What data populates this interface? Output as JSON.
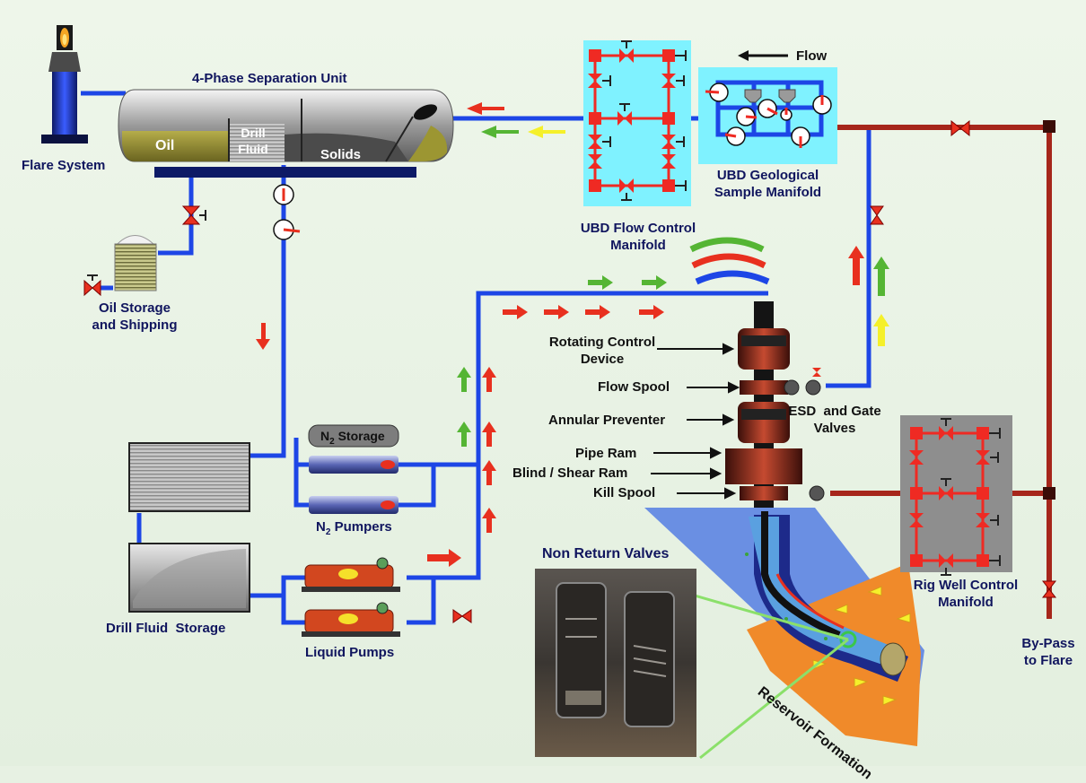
{
  "labels": {
    "separation_unit": "4-Phase Separation Unit",
    "oil": "Oil",
    "drill_fluid_l1": "Drill",
    "drill_fluid_l2": "Fluid",
    "solids": "Solids",
    "flare_system": "Flare System",
    "oil_storage_l1": "Oil Storage",
    "oil_storage_l2": "and Shipping",
    "flow": "Flow",
    "ubd_geo_l1": "UBD Geological",
    "ubd_geo_l2": "Sample Manifold",
    "ubd_flow_l1": "UBD Flow Control",
    "ubd_flow_l2": "Manifold",
    "rcd_l1": "Rotating Control",
    "rcd_l2": "Device",
    "flow_spool": "Flow Spool",
    "annular_preventer": "Annular Preventer",
    "pipe_ram": "Pipe Ram",
    "blind_shear_ram": "Blind / Shear Ram",
    "kill_spool": "Kill Spool",
    "esd_l1": "ESD  and Gate",
    "esd_l2": "Valves",
    "n2_storage_n": "N",
    "n2_storage_sub": "2",
    "n2_storage_rest": " Storage",
    "n2_pumpers_n": "N",
    "n2_pumpers_sub": "2",
    "n2_pumpers_rest": " Pumpers",
    "drill_fluid_storage": "Drill Fluid  Storage",
    "liquid_pumps": "Liquid Pumps",
    "non_return_valves": "Non Return Valves",
    "reservoir_formation": "Reservoir Formation",
    "rig_well_l1": "Rig Well Control",
    "rig_well_l2": "Manifold",
    "bypass_l1": "By-Pass",
    "bypass_l2": "to Flare"
  },
  "colors": {
    "background": "#e7f1e3",
    "water_line": "#1d46e6",
    "oil_line_red": "#a6261b",
    "manifold_bg": "#7ff2ff",
    "rig_manifold_bg": "#8e8e8e",
    "valve_red": "#ef2a23",
    "arrow_red": "#e8301f",
    "arrow_green": "#55b534",
    "arrow_yellow": "#f5f02a",
    "label_navy": "#10155e",
    "formation_orange": "#f08a2a",
    "formation_blue": "#6a8fe3"
  }
}
